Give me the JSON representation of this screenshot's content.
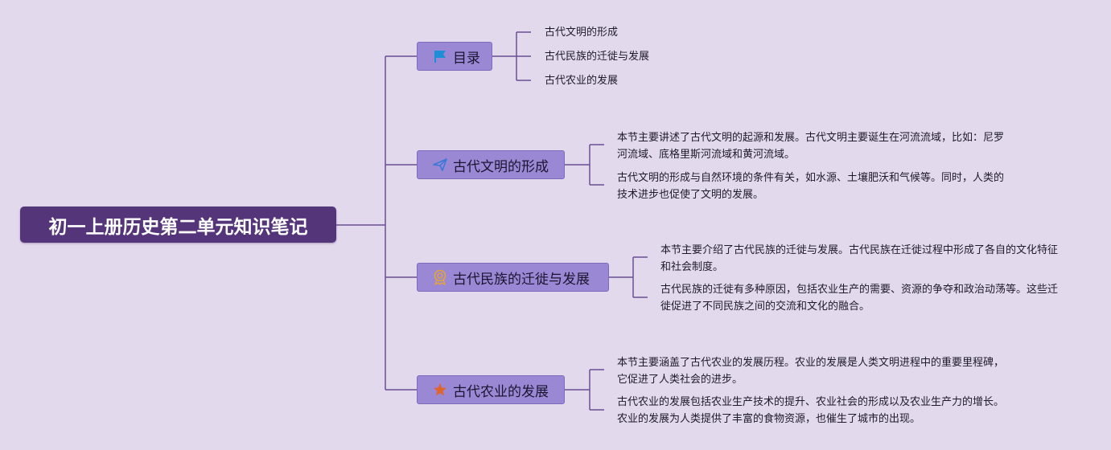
{
  "root": {
    "title": "初一上册历史第二单元知识笔记"
  },
  "branches": [
    {
      "label": "目录",
      "icon": "flag-icon",
      "children": [
        "古代文明的形成",
        "古代民族的迁徙与发展",
        "古代农业的发展"
      ]
    },
    {
      "label": "古代文明的形成",
      "icon": "paper-plane-icon",
      "children": [
        "本节主要讲述了古代文明的起源和发展。古代文明主要诞生在河流流域，比如：尼罗河流域、底格里斯河流域和黄河流域。",
        "古代文明的形成与自然环境的条件有关，如水源、土壤肥沃和气候等。同时，人类的技术进步也促使了文明的发展。"
      ]
    },
    {
      "label": "古代民族的迁徙与发展",
      "icon": "award-medal-icon",
      "children": [
        "本节主要介绍了古代民族的迁徙与发展。古代民族在迁徙过程中形成了各自的文化特征和社会制度。",
        "古代民族的迁徙有多种原因，包括农业生产的需要、资源的争夺和政治动荡等。这些迁徙促进了不同民族之间的交流和文化的融合。"
      ]
    },
    {
      "label": "古代农业的发展",
      "icon": "star-icon",
      "children": [
        "本节主要涵盖了古代农业的发展历程。农业的发展是人类文明进程中的重要里程碑，它促进了人类社会的进步。",
        "古代农业的发展包括农业生产技术的提升、农业社会的形成以及农业生产力的增长。农业的发展为人类提供了丰富的食物资源，也催生了城市的出现。"
      ]
    }
  ],
  "colors": {
    "background": "#e2d9ed",
    "root_fill": "#553579",
    "branch_fill": "#9b88d4",
    "connector": "#6b4f93",
    "flag_icon": "#1e8fd6",
    "plane_icon": "#3a78d8",
    "medal_icon": "#e4a43a",
    "star_icon": "#e0642e"
  }
}
